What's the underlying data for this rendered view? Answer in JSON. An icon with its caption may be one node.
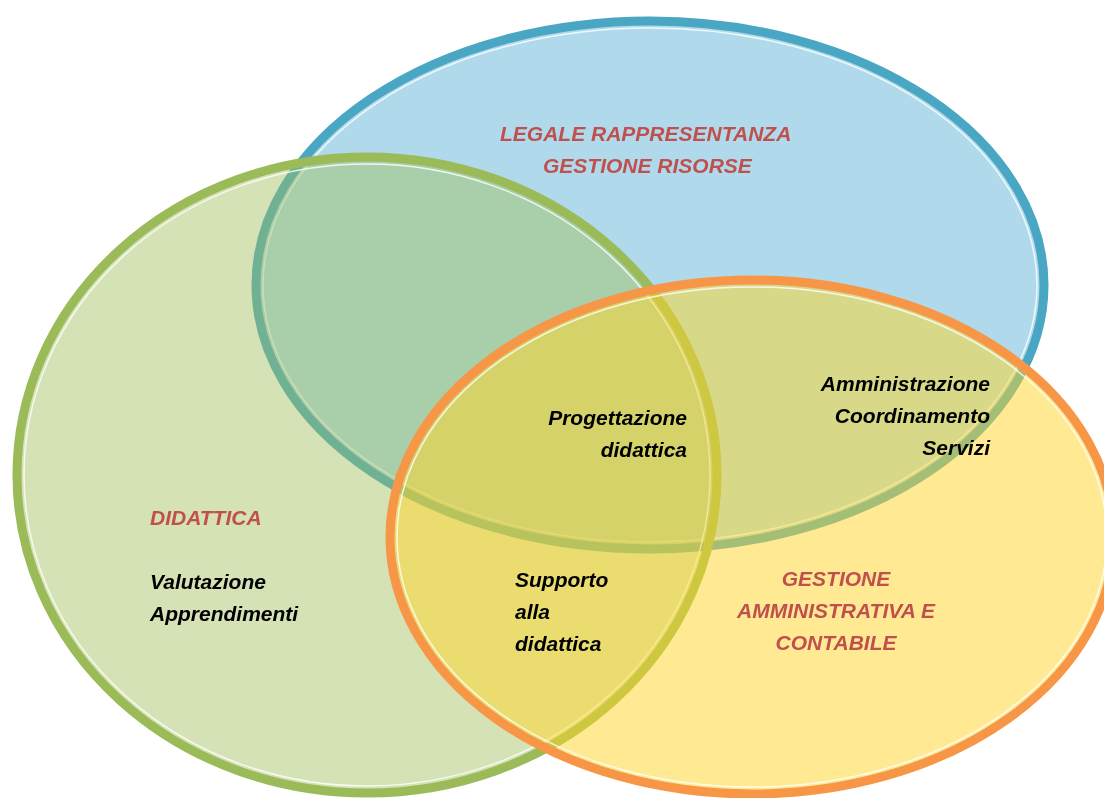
{
  "diagram": {
    "nodes": [
      {
        "text": [
          "LEGALE RAPPRESENTANZA",
          "GESTIONE RISORSE"
        ]
      },
      {
        "text": [
          "DIDATTICA",
          "Valutazione Apprendimenti"
        ]
      },
      {
        "text": [
          "GESTIONE AMMINISTRATIVA E CONTABILE"
        ]
      }
    ],
    "edges": [],
    "labels": [
      "Progettazione didattica",
      "Amministrazione Coordinamento Servizi",
      "Supporto alla didattica"
    ]
  }
}
